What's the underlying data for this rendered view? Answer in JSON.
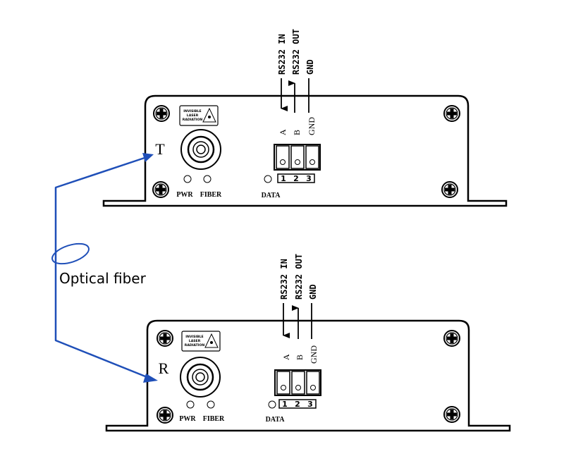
{
  "units": [
    {
      "id": "transmitter",
      "side_letter": "T",
      "warning_label": [
        "INVISIBLE",
        "LASER",
        "RADIATION"
      ],
      "leds": [
        "PWR",
        "FIBER"
      ],
      "data_label": "DATA",
      "pins": [
        "A",
        "B",
        "GND"
      ],
      "pin_numbers": [
        "1",
        "2",
        "3"
      ],
      "signals": [
        "RS232 IN",
        "RS232 OUT",
        "GND"
      ]
    },
    {
      "id": "receiver",
      "side_letter": "R",
      "warning_label": [
        "INVISIBLE",
        "LASER",
        "RADIATION"
      ],
      "leds": [
        "PWR",
        "FIBER"
      ],
      "data_label": "DATA",
      "pins": [
        "A",
        "B",
        "GND"
      ],
      "pin_numbers": [
        "1",
        "2",
        "3"
      ],
      "signals": [
        "RS232 IN",
        "RS232 OUT",
        "GND"
      ]
    }
  ],
  "fiber": {
    "label": "Optical fiber",
    "color": "#1f4fb8"
  }
}
